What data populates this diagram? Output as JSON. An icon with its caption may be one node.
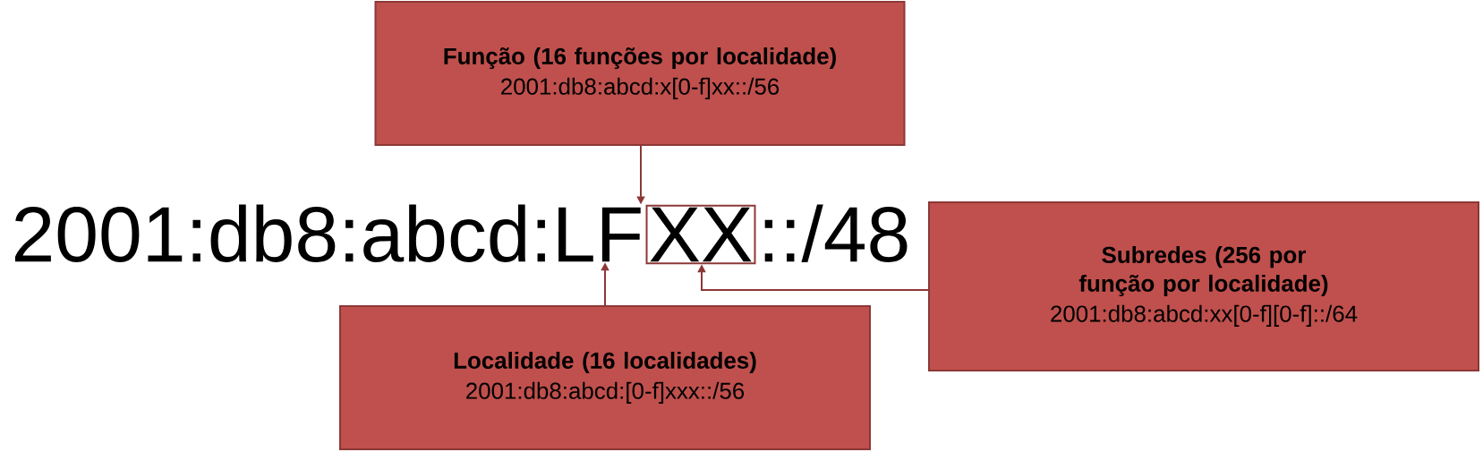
{
  "diagram": {
    "nodes": [
      {
        "text": [
          "Função (16 funções por localidade)",
          "2001:db8:abcd:x[0-f]xx::/56"
        ]
      },
      {
        "text": [
          "2001:db8:abcd:LF"
        ]
      },
      {
        "text": [
          "XX"
        ]
      },
      {
        "text": [
          "::/48"
        ]
      },
      {
        "text": [
          "Subredes (256 por função por localidade)",
          "2001:db8:abcd:xx[0-f][0-f]::/64"
        ]
      },
      {
        "text": [
          "Localidade (16 localidades)",
          "2001:db8:abcd:[0-f]xxx::/56"
        ]
      }
    ],
    "edges": [
      {
        "from": 0,
        "to": 1,
        "arrow": "to"
      },
      {
        "from": 4,
        "to": 2,
        "arrow": "to"
      },
      {
        "from": 5,
        "to": 1,
        "arrow": "to"
      }
    ]
  }
}
